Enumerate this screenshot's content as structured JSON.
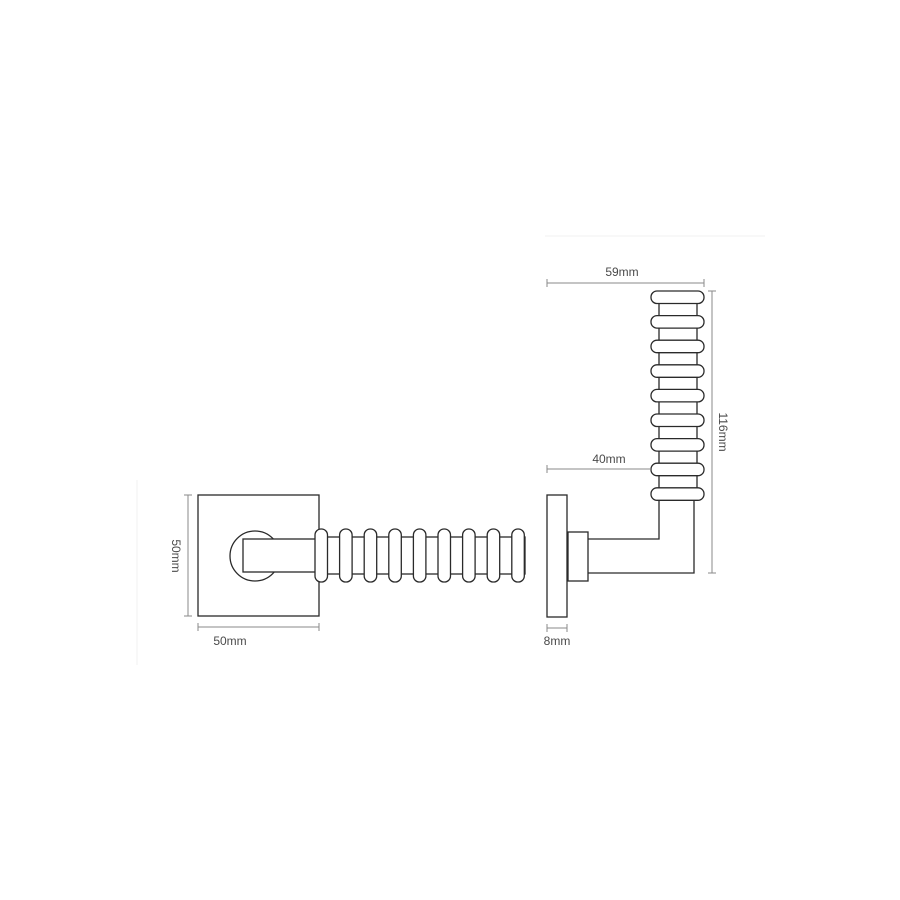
{
  "front_view": {
    "height_label": "50mm",
    "width_label": "50mm"
  },
  "side_view": {
    "overall_projection_label": "59mm",
    "stem_projection_label": "40mm",
    "grip_length_label": "116mm",
    "rose_thickness_label": "8mm"
  },
  "colors": {
    "outline": "#2a2a2a",
    "dimension_line": "#8a8a8a",
    "label": "#4a4a4a"
  }
}
